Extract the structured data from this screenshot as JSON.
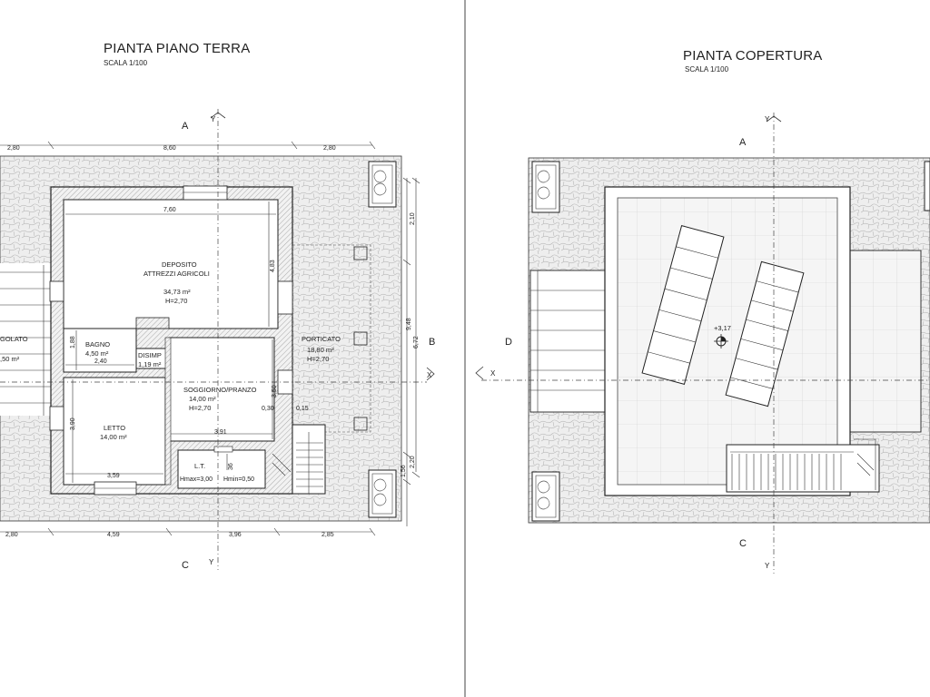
{
  "ground_floor": {
    "title": "PIANTA PIANO TERRA",
    "scale": "SCALA 1/100",
    "section_labels": {
      "top": "A",
      "bottom": "C",
      "right": "B",
      "y_top": "Y",
      "y_bottom": "Y",
      "x_axis": "X"
    },
    "dims_top": [
      "2,80",
      "8,60",
      "2,80"
    ],
    "dims_bottom": [
      "2,80",
      "4,59",
      "3,96",
      "2,85"
    ],
    "dims_right_outer": [
      "2,10",
      "9,48",
      "6,72",
      "1,56",
      "2,20"
    ],
    "dims_inner": {
      "deposito_width": "7,60",
      "deposito_height": "4,83",
      "bagno_width": "2,40",
      "bagno_height": "1,88",
      "letto_height": "3,90",
      "letto_width": "3,59",
      "soggiorno_width": "3,91",
      "soggiorno_height": "3,50",
      "wall_a": "0,30",
      "wall_b": "0,15",
      "lt_height": "36"
    },
    "rooms": {
      "deposito_name": "DEPOSITO",
      "deposito_sub": "ATTREZZI AGRICOLI",
      "deposito_area": "34,73 m²",
      "deposito_h": "H=2,70",
      "bagno_name": "BAGNO",
      "bagno_area": "4,50 m²",
      "disimp_name": "DISIMP",
      "disimp_area": "1,19 m²",
      "soggiorno_name": "SOGGIORNO/PRANZO",
      "soggiorno_area": "14,00 m²",
      "soggiorno_h": "H=2,70",
      "letto_name": "LETTO",
      "letto_area": "14,00 m²",
      "porticato_name": "PORTICATO",
      "porticato_area": "18,80 m²",
      "porticato_h": "H=2,70",
      "lt_name": "L.T.",
      "lt_hmax": "Hmax=3,00",
      "lt_hmin": "Hmin=0,50",
      "left_partial_name": "GOLATO",
      "left_partial_area": ",50 m²"
    }
  },
  "roof": {
    "title": "PIANTA COPERTURA",
    "scale": "SCALA 1/100",
    "section_labels": {
      "top": "A",
      "bottom": "C",
      "left": "D",
      "y_top": "Y",
      "y_bottom": "Y",
      "x_axis": "X"
    },
    "elevation": "+3,17"
  },
  "colors": {
    "line": "#222222",
    "stone_fill": "#ededed",
    "stone_line": "#b4b4b4"
  }
}
